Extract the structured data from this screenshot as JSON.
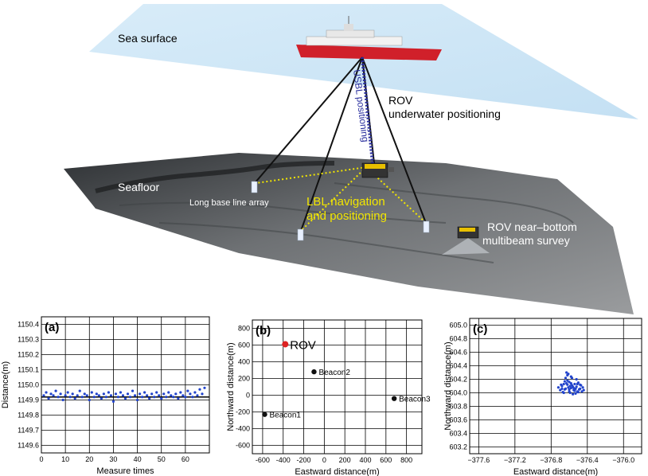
{
  "scene": {
    "labels": {
      "sea_surface": "Sea surface",
      "rov_title": "ROV",
      "rov_subtitle": "underwater positioning",
      "usbl": "USBL positioning",
      "seafloor": "Seafloor",
      "lbl_array": "Long base line array",
      "lbl_nav_1": "LBL navigation",
      "lbl_nav_2": "and positioning",
      "survey_1": "ROV near–bottom",
      "survey_2": "multibeam survey"
    },
    "colors": {
      "sea": "#cfe6f7",
      "seafloor_dark": "#3a3d40",
      "seafloor_light": "#8a8d90",
      "lbl_text": "#f2e600",
      "usbl_dots": "#2a2f9e",
      "ship_hull": "#d0202a"
    }
  },
  "chart_data": [
    {
      "id": "a",
      "type": "scatter",
      "panel_label": "(a)",
      "xlabel": "Measure times",
      "ylabel": "Distance(m)",
      "xlim": [
        0,
        70
      ],
      "ylim": [
        1149.55,
        1150.45
      ],
      "xticks": [
        0,
        10,
        20,
        30,
        40,
        50,
        60
      ],
      "yticks": [
        1149.6,
        1149.7,
        1149.8,
        1149.9,
        1150.0,
        1150.1,
        1150.2,
        1150.3,
        1150.4
      ],
      "yticklabels": [
        "1149.6",
        "1149.7",
        "1149.8",
        "1149.9",
        "1150.0",
        "1150.1",
        "1150.2",
        "1150.3",
        "1150.4"
      ],
      "reference_y": 1149.92,
      "series": [
        {
          "color": "#2244cc",
          "x": [
            1,
            2,
            3,
            4,
            5,
            6,
            7,
            8,
            9,
            10,
            11,
            12,
            13,
            14,
            15,
            16,
            17,
            18,
            19,
            20,
            21,
            22,
            23,
            24,
            25,
            26,
            27,
            28,
            29,
            30,
            31,
            32,
            33,
            34,
            35,
            36,
            37,
            38,
            39,
            40,
            41,
            42,
            43,
            44,
            45,
            46,
            47,
            48,
            49,
            50,
            51,
            52,
            53,
            54,
            55,
            56,
            57,
            58,
            59,
            60,
            61,
            62,
            63,
            64,
            65,
            66,
            67,
            68
          ],
          "y": [
            1149.93,
            1149.95,
            1149.91,
            1149.94,
            1149.93,
            1149.96,
            1149.92,
            1149.94,
            1149.9,
            1149.93,
            1149.95,
            1149.92,
            1149.94,
            1149.91,
            1149.93,
            1149.96,
            1149.92,
            1149.94,
            1149.93,
            1149.9,
            1149.95,
            1149.92,
            1149.94,
            1149.93,
            1149.91,
            1149.94,
            1149.92,
            1149.95,
            1149.93,
            1149.89,
            1149.94,
            1149.92,
            1149.95,
            1149.93,
            1149.91,
            1149.94,
            1149.92,
            1149.96,
            1149.93,
            1149.9,
            1149.94,
            1149.92,
            1149.95,
            1149.93,
            1149.91,
            1149.94,
            1149.92,
            1149.95,
            1149.93,
            1149.91,
            1149.94,
            1149.92,
            1149.95,
            1149.93,
            1149.92,
            1149.94,
            1149.91,
            1149.95,
            1149.93,
            1149.92,
            1149.96,
            1149.94,
            1149.92,
            1149.95,
            1149.93,
            1149.97,
            1149.94,
            1149.98
          ]
        }
      ]
    },
    {
      "id": "b",
      "type": "scatter",
      "panel_label": "(b)",
      "xlabel": "Eastward distance(m)",
      "ylabel": "Northward distance(m)",
      "xlim": [
        -700,
        950
      ],
      "ylim": [
        -700,
        900
      ],
      "xticks": [
        -600,
        -400,
        -200,
        0,
        200,
        400,
        600,
        800
      ],
      "yticks": [
        -600,
        -400,
        -200,
        0,
        200,
        400,
        600,
        800
      ],
      "points": [
        {
          "name": "ROV",
          "x": -380,
          "y": 610,
          "color": "#dd2222"
        },
        {
          "name": "Beacon2",
          "x": -100,
          "y": 280,
          "color": "#111111"
        },
        {
          "name": "Beacon3",
          "x": 680,
          "y": -40,
          "color": "#111111"
        },
        {
          "name": "Beacon1",
          "x": -580,
          "y": -230,
          "color": "#111111"
        }
      ]
    },
    {
      "id": "c",
      "type": "scatter",
      "panel_label": "(c)",
      "xlabel": "Eastward distance(m)",
      "ylabel": "Northward distance(m)",
      "xlim": [
        -377.7,
        -375.8
      ],
      "ylim": [
        603.1,
        605.1
      ],
      "xticks": [
        -377.6,
        -377.2,
        -376.8,
        -376.4,
        -376.0
      ],
      "xticklabels": [
        "−377.6",
        "−377.2",
        "−376.8",
        "−376.4",
        "−376.0"
      ],
      "yticks": [
        603.2,
        603.4,
        603.6,
        603.8,
        604.0,
        604.2,
        604.4,
        604.6,
        604.8,
        605.0
      ],
      "yticklabels": [
        "603.2",
        "603.4",
        "603.6",
        "603.8",
        "604.0",
        "604.2",
        "604.4",
        "604.6",
        "604.8",
        "605.0"
      ],
      "series": [
        {
          "color": "#2244cc",
          "x": [
            -376.72,
            -376.68,
            -376.65,
            -376.62,
            -376.6,
            -376.58,
            -376.55,
            -376.52,
            -376.5,
            -376.48,
            -376.7,
            -376.66,
            -376.63,
            -376.61,
            -376.57,
            -376.54,
            -376.51,
            -376.49,
            -376.46,
            -376.45,
            -376.69,
            -376.64,
            -376.6,
            -376.56,
            -376.53,
            -376.5,
            -376.47,
            -376.44,
            -376.67,
            -376.62,
            -376.59,
            -376.55,
            -376.52,
            -376.58,
            -376.61,
            -376.63,
            -376.57,
            -376.54,
            -376.6,
            -376.65,
            -376.66,
            -376.59,
            -376.56,
            -376.53,
            -376.48,
            -376.51,
            -376.62,
            -376.68,
            -376.64,
            -376.58
          ],
          "y": [
            604.08,
            604.1,
            604.05,
            604.12,
            604.02,
            604.07,
            604.04,
            604.09,
            604.01,
            604.06,
            604.04,
            604.0,
            604.14,
            604.08,
            604.11,
            604.03,
            604.13,
            604.05,
            604.02,
            604.08,
            604.12,
            604.06,
            604.16,
            604.09,
            603.99,
            604.15,
            604.11,
            604.04,
            604.01,
            604.18,
            604.1,
            604.07,
            604.2,
            604.24,
            604.28,
            604.3,
            604.22,
            604.13,
            604.05,
            604.17,
            604.13,
            604.0,
            603.98,
            604.06,
            604.12,
            604.02,
            604.26,
            604.06,
            604.22,
            604.14
          ]
        }
      ]
    }
  ]
}
